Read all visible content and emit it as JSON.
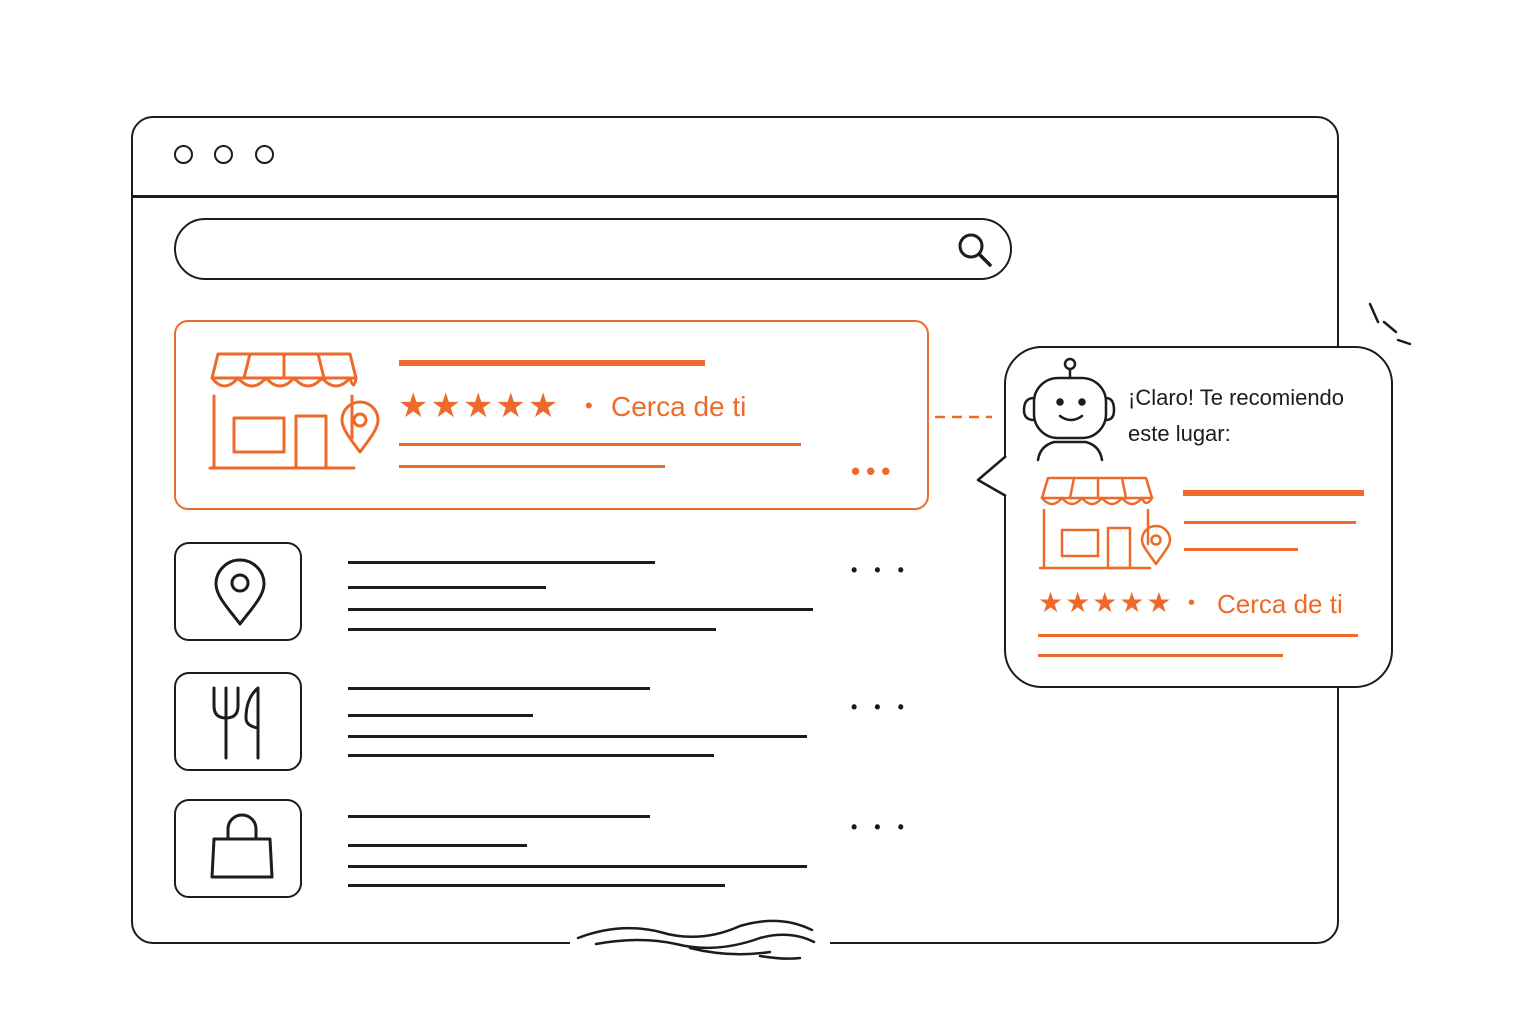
{
  "featured": {
    "stars": "★★★★★",
    "bullet": "•",
    "distance_label": "Cerca de ti",
    "more": "•••"
  },
  "results": [
    {
      "icon": "location-pin-icon",
      "more": "• • •"
    },
    {
      "icon": "fork-knife-icon",
      "more": "• • •"
    },
    {
      "icon": "shopping-bag-icon",
      "more": "• • •"
    }
  ],
  "assistant": {
    "message": "¡Claro! Te recomiendo este lugar:",
    "stars": "★★★★★",
    "bullet": "•",
    "distance_label": "Cerca de ti"
  },
  "colors": {
    "accent": "#ee6a2b",
    "ink": "#1c1c1c"
  }
}
